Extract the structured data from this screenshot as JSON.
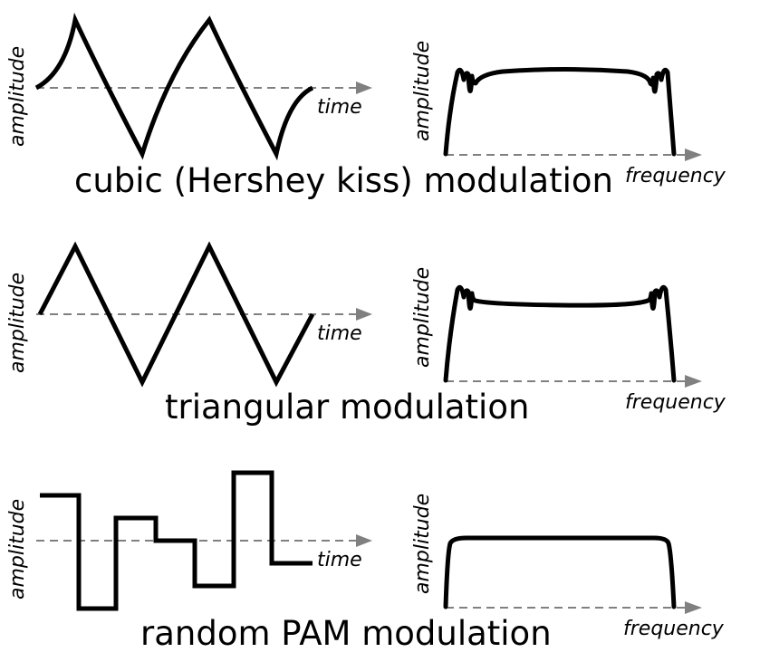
{
  "axis_labels": {
    "amplitude": "amplitude",
    "time": "time",
    "frequency": "frequency"
  },
  "rows": [
    {
      "id": "cubic",
      "caption": "cubic (Hershey kiss) modulation"
    },
    {
      "id": "triangular",
      "caption": "triangular modulation"
    },
    {
      "id": "pam",
      "caption": "random PAM modulation"
    }
  ],
  "colors": {
    "waveform": "#000000",
    "axis": "#808080"
  }
}
